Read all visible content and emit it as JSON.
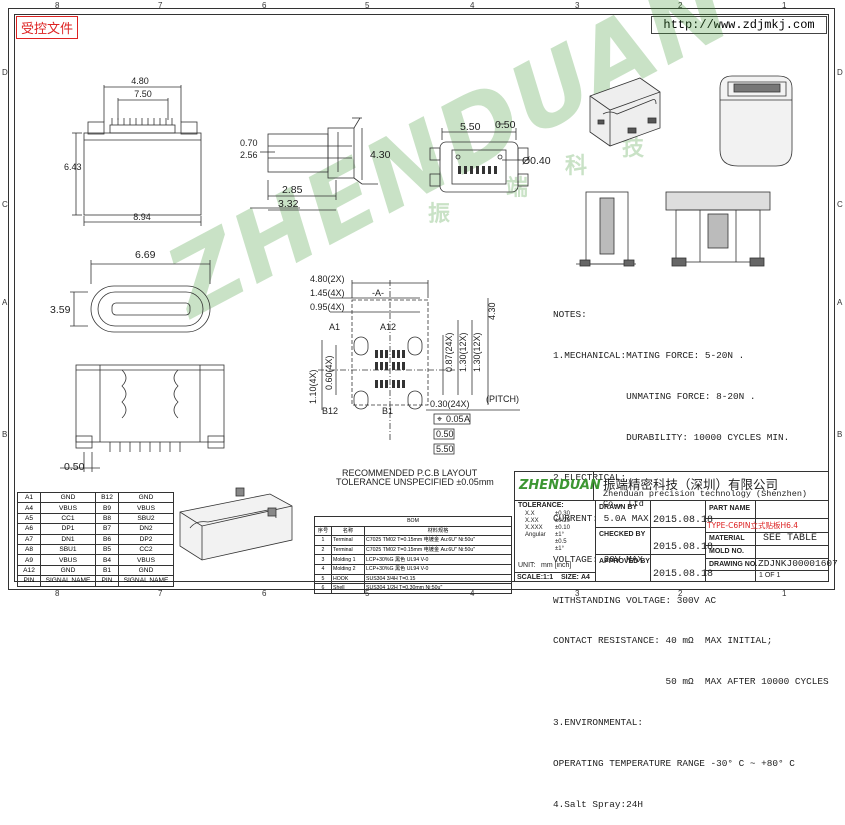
{
  "stamp": "受控文件",
  "website": "http://www.zdjmkj.com",
  "grid": {
    "top": [
      "8",
      "7",
      "6",
      "5",
      "4",
      "3",
      "2",
      "1"
    ],
    "side": [
      "D",
      "C",
      "B",
      "A"
    ]
  },
  "watermark": {
    "brand": "ZHENDUAN",
    "chars": [
      "振",
      "端",
      "科",
      "技"
    ]
  },
  "dims": {
    "top_view": {
      "w1": "4.80",
      "w2": "7.50",
      "h": "6.43",
      "total": "8.94"
    },
    "side_view": {
      "h": "4.30",
      "a": "2.85",
      "b": "3.32",
      "t1": "0.70",
      "t2": "2.56"
    },
    "pcb_top": {
      "w": "5.50",
      "t": "0.50",
      "hole": "Ø0.40"
    },
    "front": {
      "w": "6.69",
      "h": "3.59"
    },
    "rear": {
      "w": "0.50"
    },
    "layout": {
      "d1": "4.80(2X)",
      "d2": "1.45(4X)",
      "d3": "0.95(4X)",
      "datum": "-A-",
      "a1": "A1",
      "a12": "A12",
      "b12": "B12",
      "b1": "B1",
      "v1": "0.87(24X)",
      "v2": "1.30(12X)",
      "v3": "1.30(12X)",
      "v4": "4.30",
      "h1": "1.10(4X)",
      "h2": "0.60(4X)",
      "pad": "0.30(24X)",
      "tol_sym": "⌖",
      "tol": "0.05",
      "tol_ref": "A",
      "ref1": "0.50",
      "ref2": "5.50",
      "pitch": "(PITCH)",
      "caption1": "RECOMMENDED P.C.B LAYOUT",
      "caption2": "TOLERANCE UNSPECIFIED ±0.05mm"
    }
  },
  "notes": [
    "NOTES:",
    "1.MECHANICAL:MATING FORCE: 5-20N .",
    "             UNMATING FORCE: 8-20N .",
    "             DURABILITY: 10000 CYCLES MIN.",
    "2.ELECTRICAL:",
    "CURRENT: 5.0A MAX",
    "VOLTAGE: 20V MAX",
    "WITHSTANDING VOLTAGE: 300V AC",
    "CONTACT RESISTANCE: 40 mΩ  MAX INITIAL;",
    "                    50 mΩ  MAX AFTER 10000 CYCLES",
    "3.ENVIRONMENTAL:",
    "OPERATING TEMPERATURE RANGE -30° C ~ +80° C",
    "4.Salt Spray:24H"
  ],
  "pins": {
    "rows": [
      [
        "A1",
        "GND",
        "B12",
        "GND"
      ],
      [
        "A4",
        "VBUS",
        "B9",
        "VBUS"
      ],
      [
        "A5",
        "CC1",
        "B8",
        "SBU2"
      ],
      [
        "A6",
        "DP1",
        "B7",
        "DN2"
      ],
      [
        "A7",
        "DN1",
        "B6",
        "DP2"
      ],
      [
        "A8",
        "SBU1",
        "B5",
        "CC2"
      ],
      [
        "A9",
        "VBUS",
        "B4",
        "VBUS"
      ],
      [
        "A12",
        "GND",
        "B1",
        "GND"
      ],
      [
        "PIN",
        "SIGNAL NAME",
        "PIN",
        "SIGNAL NAME"
      ]
    ]
  },
  "bom": {
    "title": "BOM",
    "headers": [
      "序号",
      "名称",
      "材料规格"
    ],
    "rows": [
      [
        "1",
        "Terminal",
        "C7025 TM02 T=0.15mm  电镀金 Au:6U\"  Ni:50u\""
      ],
      [
        "2",
        "Terminal",
        "C7025 TM02 T=0.15mm  电镀金 Au:6U\"  Ni:50u\""
      ],
      [
        "3",
        "Molding 1",
        "LCP+30%G 黑色  UL94 V-0"
      ],
      [
        "4",
        "Molding 2",
        "LCP+30%G 黑色  UL94 V-0"
      ],
      [
        "5",
        "HOOK",
        "SUS304  3/4H T=0.15"
      ],
      [
        "6",
        "Shell",
        "SUS304 1/2H T=0.30mm  Ni:50u\""
      ]
    ]
  },
  "title_block": {
    "logo": "ZHENDUAN",
    "company_cn": "振端精密科技（深圳）有限公司",
    "company_en": "Zhenduan precision technology (Shenzhen) Co., Ltd",
    "tolerance_label": "TOLERANCE:",
    "tolerances": [
      [
        "X.X",
        "±0.30"
      ],
      [
        "X.XX",
        "±0.20"
      ],
      [
        "X.XXX",
        "±0.10"
      ],
      [
        "Angular",
        "±1°"
      ]
    ],
    "tol_extra": [
      "±0.5",
      "±1°"
    ],
    "unit_label": "UNIT:",
    "unit": "mm  [inch]",
    "scale_label": "SCALE:",
    "scale": "1:1",
    "size_label": "SIZE:",
    "size": "A4",
    "drawn_by_label": "DRAWN BY",
    "checked_by_label": "CHECKED BY",
    "approved_by_label": "APPROVED BY",
    "date1": "2015.08.18",
    "date2": "2015.08.18",
    "date3": "2015.08.18",
    "part_name_label": "PART NAME",
    "part_name": "TYPE-C6PIN立式贴板H6.4",
    "material_label": "MATERIAL",
    "material": "SEE TABLE",
    "mold_no_label": "MOLD NO.",
    "drawing_no_label": "DRAWING NO.",
    "drawing_no": "ZDJNKJ00001607",
    "sheet": "1  OF  1"
  },
  "colors": {
    "line": "#333333",
    "watermark": "#3c9632",
    "stamp": "#dd2222",
    "part_name": "#dd2222"
  }
}
